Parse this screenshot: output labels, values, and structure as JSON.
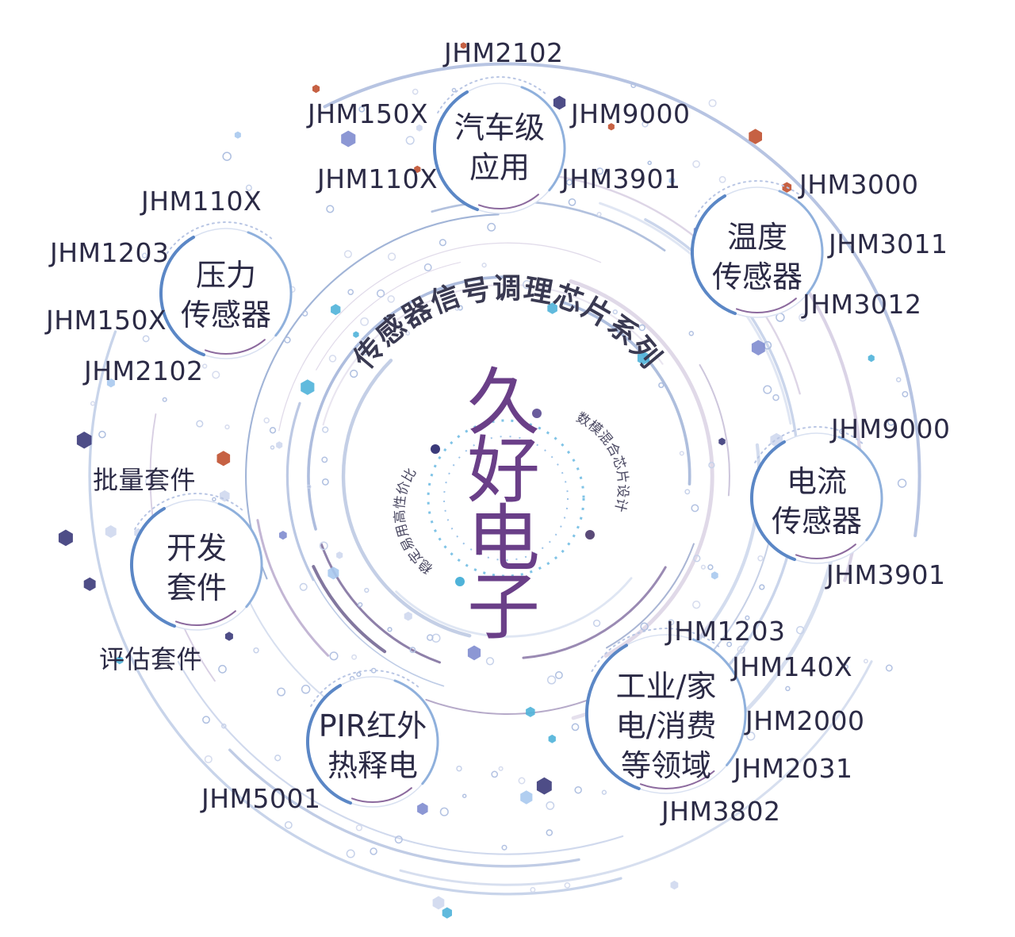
{
  "center": {
    "brand_chars": [
      "久",
      "好",
      "电",
      "子"
    ],
    "series_title": "传感器信号调理芯片系列",
    "left_slogan": "稳定易用高性价比",
    "right_slogan": "数模混合芯片设计"
  },
  "nodes": {
    "auto": {
      "line1": "汽车级",
      "line2": "应用"
    },
    "temperature": {
      "line1": "温度",
      "line2": "传感器"
    },
    "pressure": {
      "line1": "压力",
      "line2": "传感器"
    },
    "current": {
      "line1": "电流",
      "line2": "传感器"
    },
    "devkit": {
      "line1": "开发",
      "line2": "套件"
    },
    "pir": {
      "line1": "PIR红外",
      "line2": "热释电"
    },
    "industrial": {
      "line1": "工业/家",
      "line2": "电/消费",
      "line3": "等领域"
    }
  },
  "labels": {
    "auto": [
      "JHM2102",
      "JHM150X",
      "JHM9000",
      "JHM110X",
      "JHM3901"
    ],
    "temperature": [
      "JHM3000",
      "JHM3011",
      "JHM3012"
    ],
    "pressure": [
      "JHM110X",
      "JHM1203",
      "JHM150X",
      "JHM2102"
    ],
    "current": [
      "JHM9000",
      "JHM3901"
    ],
    "devkit": [
      "批量套件",
      "评估套件"
    ],
    "pir": [
      "JHM5001"
    ],
    "industrial": [
      "JHM1203",
      "JHM140X",
      "JHM2000",
      "JHM2031",
      "JHM3802"
    ]
  },
  "colors": {
    "text": "#2b2a45",
    "brand": "#6a3f88",
    "ring_blue": "#5b87c6",
    "ring_purple": "#8c6a9e",
    "dot_navy": "#3b3a7a",
    "dot_cyan": "#4fb3d9",
    "dot_red": "#c0502f"
  }
}
